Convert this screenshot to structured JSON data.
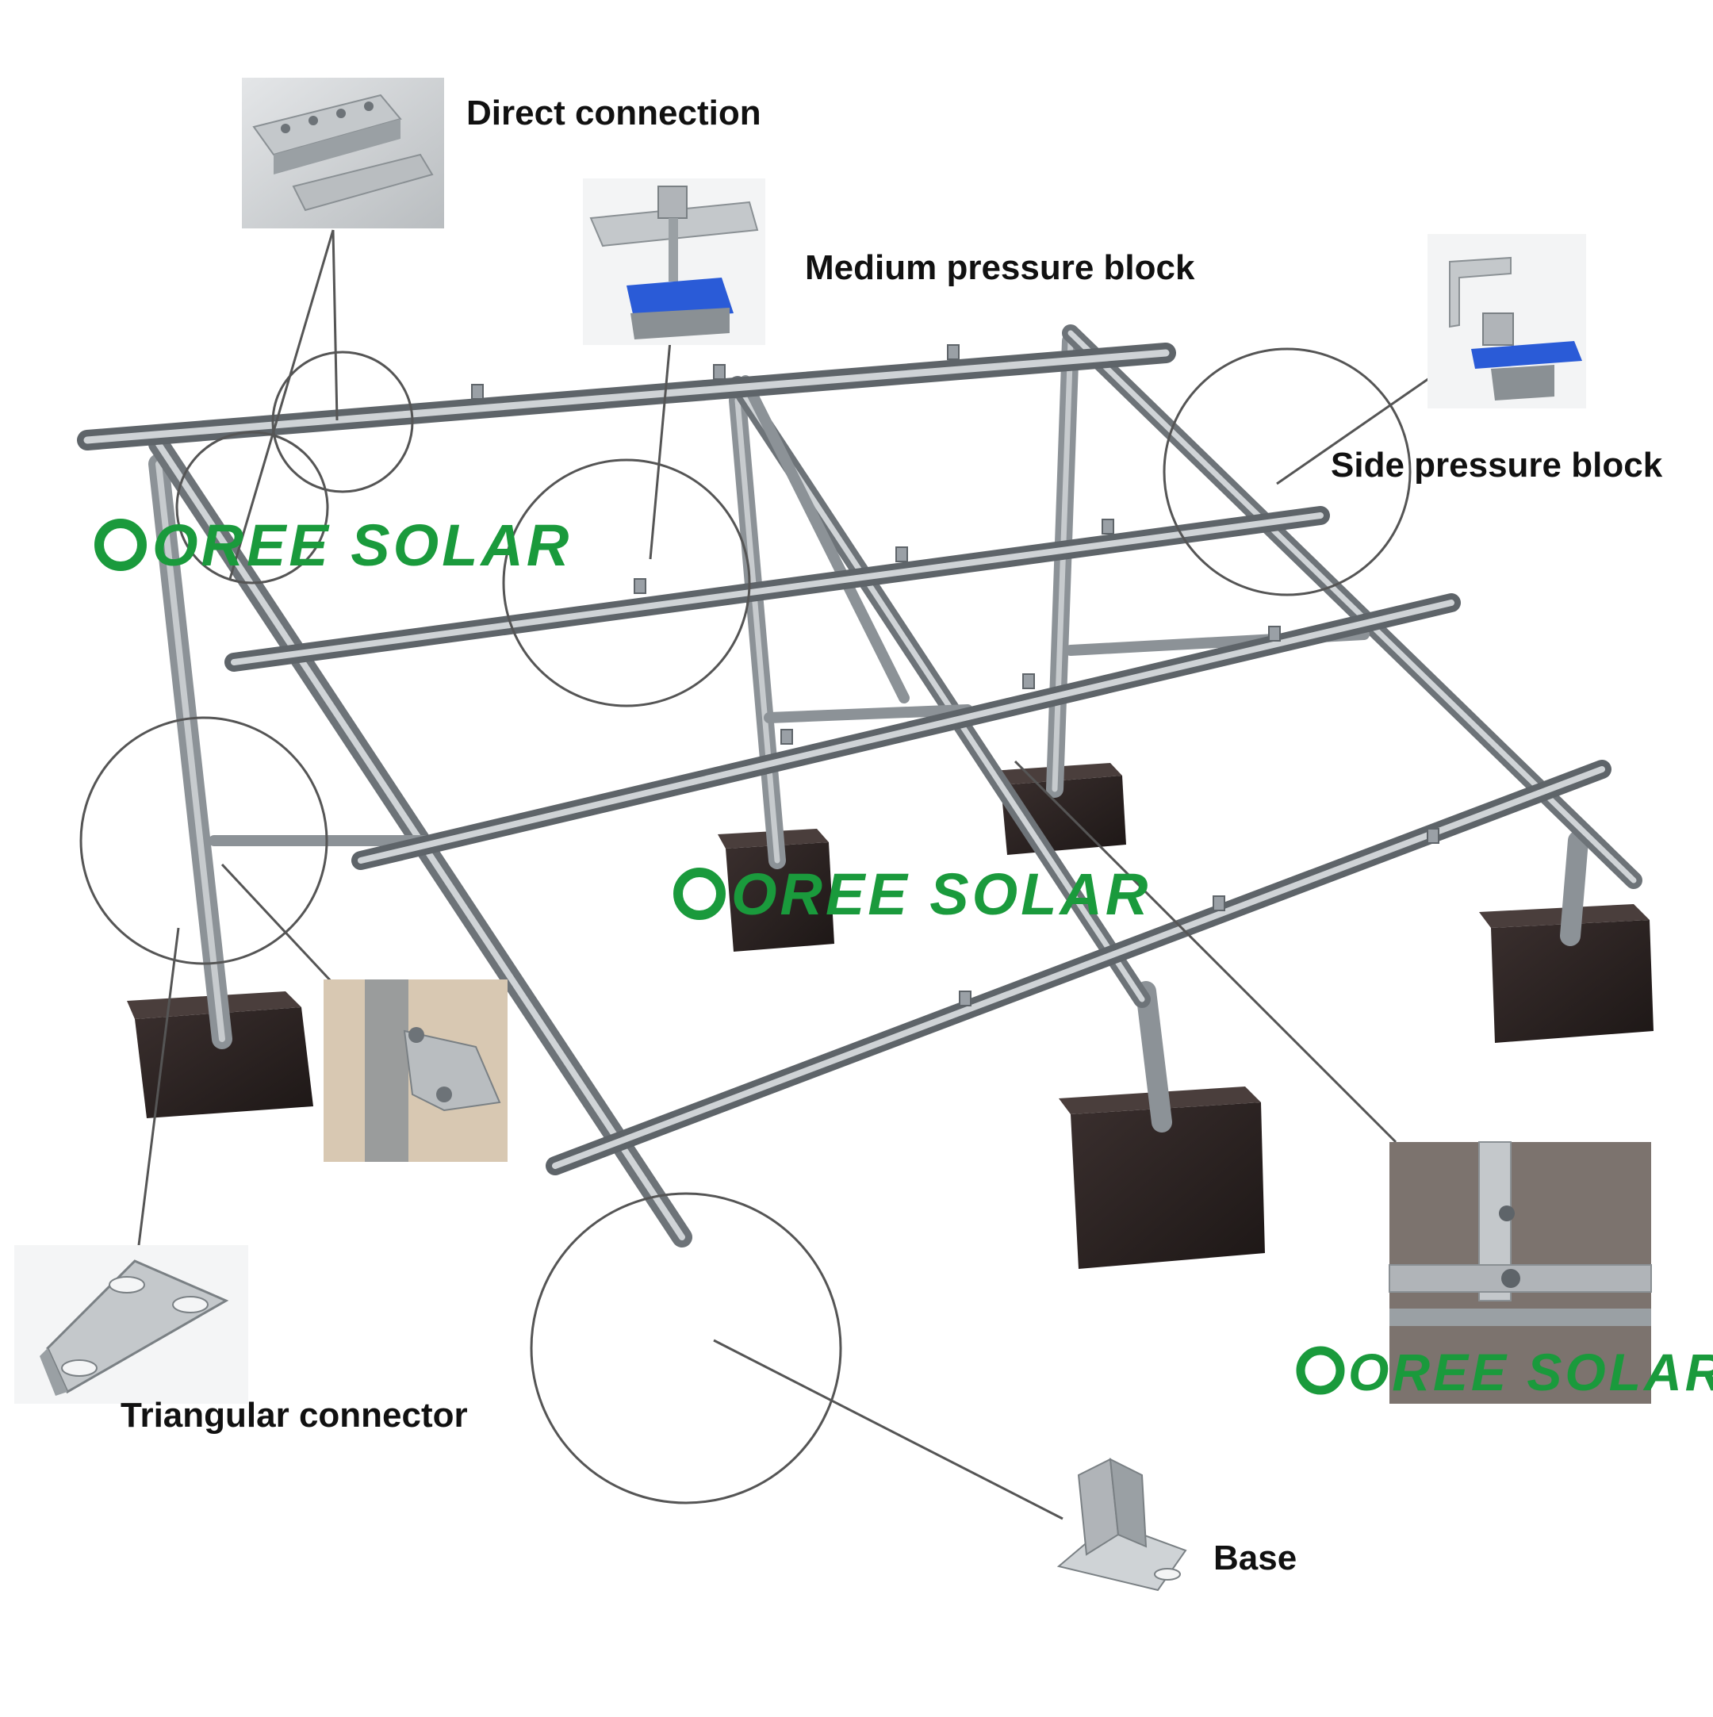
{
  "callouts": {
    "direct_connection": "Direct connection",
    "medium_pressure_block": "Medium pressure block",
    "side_pressure_block": "Side pressure block",
    "triangular_connector": "Triangular connector",
    "base": "Base"
  },
  "watermark": {
    "text": "OREE SOLAR",
    "color": "#1a9a3c"
  },
  "colors": {
    "rail": "#9aa0a6",
    "rail_dark": "#5e6469",
    "block": "#2d2322",
    "callout_line": "#555555",
    "clamp_blue": "#2a5bd7"
  }
}
